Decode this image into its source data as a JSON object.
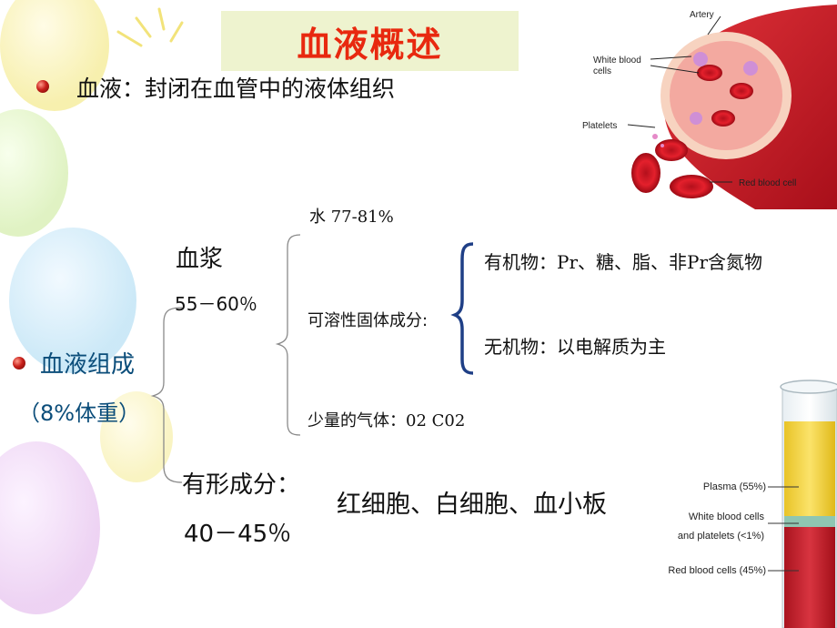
{
  "title": "血液概述",
  "definition": "血液：封闭在血管中的液体组织",
  "composition": {
    "label": "血液组成",
    "weight": "（8%体重）",
    "plasma": {
      "label": "血浆",
      "percent": "55－60％",
      "water": "水 77-81%",
      "solids": "可溶性固体成分:",
      "organic": "有机物：Pr、糖、脂、非Pr含氮物",
      "inorganic": "无机物：以电解质为主",
      "gas": "少量的气体：02 C02"
    },
    "formed": {
      "label": "有形成分：",
      "percent": "40－45％",
      "items": "红细胞、白细胞、血小板"
    }
  },
  "artery_figure": {
    "artery": "Artery",
    "wbc": [
      "White blood",
      "cells"
    ],
    "platelets": "Platelets",
    "rbc": "Red blood cell"
  },
  "tube_figure": {
    "plasma": "Plasma (55%)",
    "buffy": [
      "White blood cells",
      "and platelets (<1%)"
    ],
    "rbc": "Red blood cells (45%)"
  },
  "colors": {
    "title": "#e8290f",
    "title_bg": "#eef3cf",
    "brace": "#1f3f86",
    "plasma": "#f2d23a",
    "rbc": "#c8202a"
  }
}
